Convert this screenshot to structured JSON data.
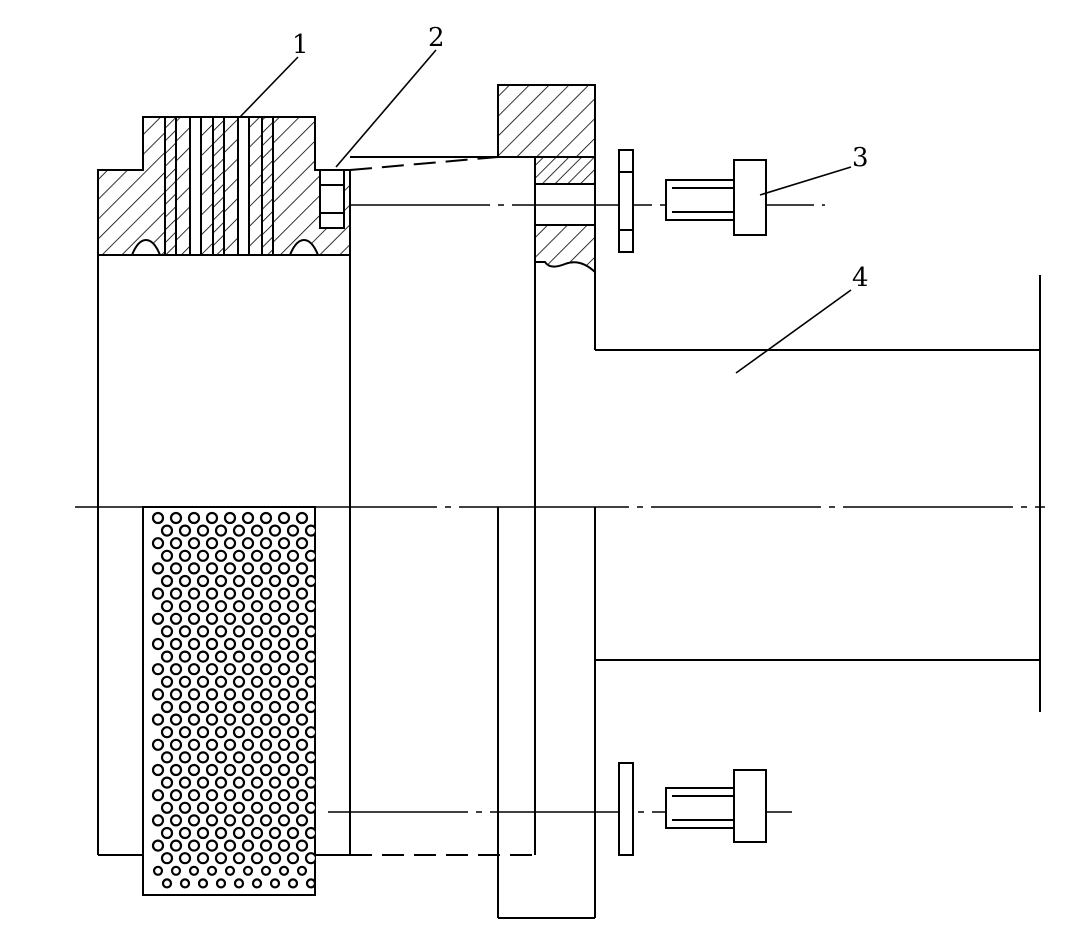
{
  "labels": {
    "part1": "1",
    "part2": "2",
    "part3": "3",
    "part4": "4"
  },
  "colors": {
    "ink": "#000000",
    "paper": "#ffffff"
  }
}
